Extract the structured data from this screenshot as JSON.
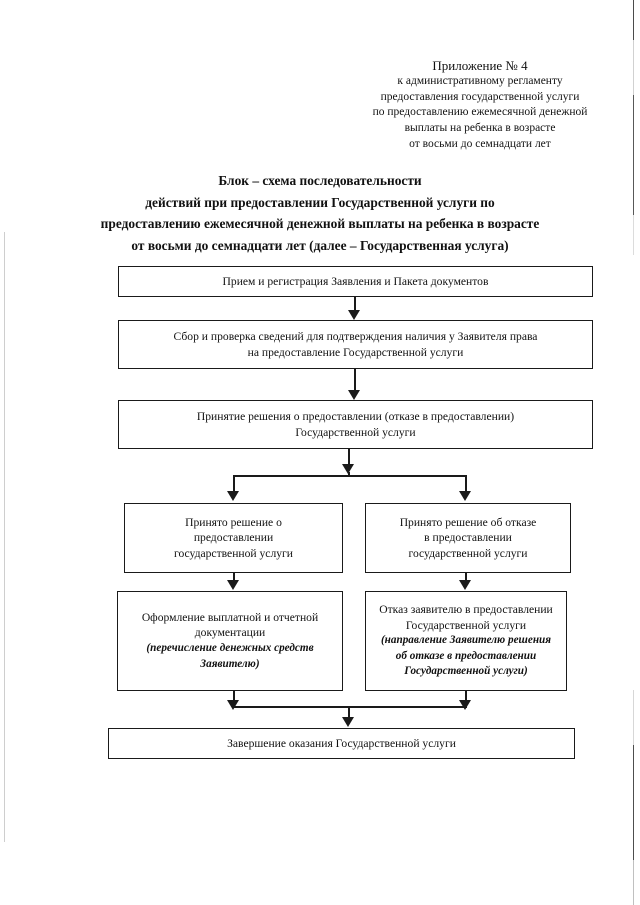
{
  "document": {
    "appendix_header": {
      "lines": [
        "Приложение № 4",
        "к административному регламенту",
        "предоставления государственной услуги",
        "по предоставлению ежемесячной денежной",
        "выплаты на ребенка в возрасте",
        "от восьми до семнадцати лет"
      ]
    },
    "title": {
      "lines": [
        "Блок – схема последовательности",
        "действий при предоставлении Государственной услуги по",
        "предоставлению ежемесячной денежной выплаты на ребенка в возрасте",
        "от восьми до семнадцати лет (далее – Государственная услуга)"
      ]
    }
  },
  "flowchart": {
    "type": "flowchart",
    "orientation": "top-to-bottom",
    "nodes": [
      {
        "id": "intake",
        "lines": [
          "Прием и регистрация Заявления и Пакета документов"
        ],
        "italic_lines": []
      },
      {
        "id": "verify",
        "lines": [
          "Сбор и проверка сведений для подтверждения наличия у Заявителя права",
          "на предоставление Государственной услуги"
        ],
        "italic_lines": []
      },
      {
        "id": "decision",
        "lines": [
          "Принятие решения о предоставлении (отказе в предоставлении)",
          "Государственной услуги"
        ],
        "italic_lines": []
      },
      {
        "id": "approve",
        "lines": [
          "Принято решение о",
          "предоставлении",
          "государственной услуги"
        ],
        "italic_lines": []
      },
      {
        "id": "refuse",
        "lines": [
          "Принято решение об отказе",
          "в предоставлении",
          "государственной услуги"
        ],
        "italic_lines": []
      },
      {
        "id": "payment",
        "lines": [
          "Оформление выплатной и отчетной",
          "документации"
        ],
        "italic_lines": [
          "(перечисление денежных средств",
          "Заявителю)"
        ]
      },
      {
        "id": "refusal_doc",
        "lines": [
          "Отказ заявителю в предоставлении",
          "Государственной услуги"
        ],
        "italic_lines": [
          "(направление Заявителю решения",
          "об отказе в предоставлении",
          "Государственной услуги)"
        ]
      },
      {
        "id": "complete",
        "lines": [
          "Завершение оказания Государственной услуги"
        ],
        "italic_lines": []
      }
    ],
    "edges": [
      {
        "from": "intake",
        "to": "verify"
      },
      {
        "from": "verify",
        "to": "decision"
      },
      {
        "from": "decision",
        "to": "branch-split"
      },
      {
        "from": "branch-split",
        "to": "approve"
      },
      {
        "from": "branch-split",
        "to": "refuse"
      },
      {
        "from": "approve",
        "to": "payment"
      },
      {
        "from": "refuse",
        "to": "refusal_doc"
      },
      {
        "from": "payment",
        "to": "merge-bar"
      },
      {
        "from": "refusal_doc",
        "to": "merge-bar"
      },
      {
        "from": "merge-bar",
        "to": "complete"
      }
    ]
  },
  "colors": {
    "ink": "#1a1a1a",
    "page": "#ffffff"
  }
}
